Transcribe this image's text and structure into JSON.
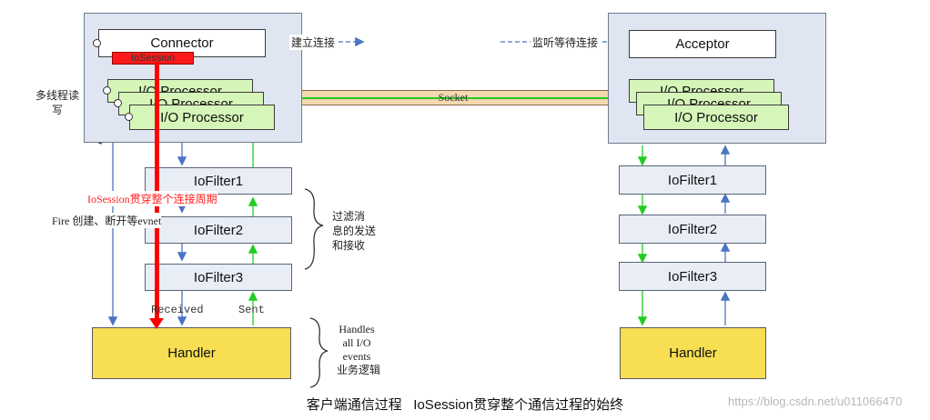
{
  "client": {
    "connector": "Connector",
    "iosession": "IoSession",
    "processors": [
      "I/O Processor",
      "I/O Processor",
      "I/O Processor"
    ],
    "multithread_note": [
      "多线程读",
      "写"
    ],
    "filters": [
      "IoFilter1",
      "IoFilter2",
      "IoFilter3"
    ],
    "handler": "Handler",
    "received_label": "Received",
    "sent_label": "Sent",
    "iosession_span_note": "IoSession贯穿整个连接周期",
    "fire_note": "Fire 创建、断开等evnet",
    "filter_note": [
      "过滤消",
      "息的发送",
      "和接收"
    ],
    "handler_note": [
      "Handles",
      "all I/O",
      "events",
      "业务逻辑"
    ]
  },
  "server": {
    "acceptor": "Acceptor",
    "processors": [
      "I/O Processor",
      "I/O Processor",
      "I/O Processor"
    ],
    "filters": [
      "IoFilter1",
      "IoFilter2",
      "IoFilter3"
    ],
    "handler": "Handler"
  },
  "links": {
    "connect_label": "建立连接",
    "listen_label": "监听等待连接",
    "socket_label": "Socket"
  },
  "caption": "客户端通信过程   IoSession贯穿整个通信过程的始终",
  "watermark": "https://blog.csdn.net/u011066470",
  "colors": {
    "panel": "#dfe6f2",
    "processor": "#d6f5b8",
    "handler": "#f7de52",
    "iosession": "#ff0000",
    "up_arrow": "#22cc22",
    "down_arrow": "#4a74c4"
  }
}
